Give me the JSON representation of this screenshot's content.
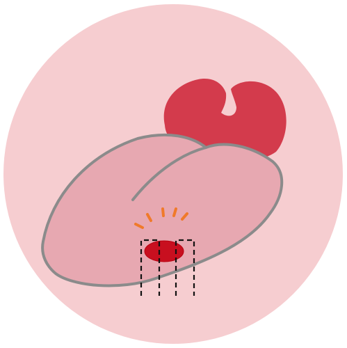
{
  "colors": {
    "page_background": "#ffffff",
    "circle_background": "#f6cdd0",
    "upper_organ_fill": "#d33b4c",
    "lower_organ_fill": "#e7a8b1",
    "outline": "#8b8b8b",
    "highlight_fill": "#c80f1f",
    "highlight_outline": "#b8000f",
    "ray_color": "#f07a2a",
    "dashed_line": "#111111"
  },
  "icons": {
    "background": "circle-shape",
    "upper_organ": "heart-like-shape",
    "lower_organ": "blob-shape",
    "highlight": "oval-shape",
    "glow": "ray-marks",
    "dashed_guides": "dashed-lines"
  }
}
